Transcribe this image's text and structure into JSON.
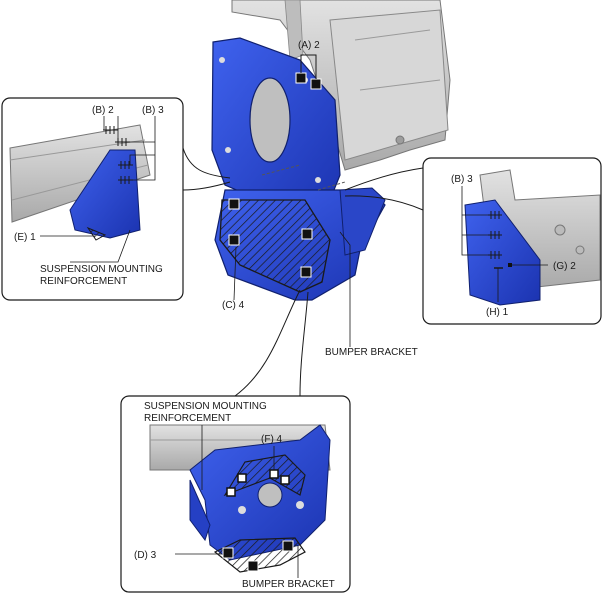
{
  "labels": {
    "a": "(A) 2",
    "b_left_2": "(B) 2",
    "b_left_3": "(B) 3",
    "b_right_3": "(B) 3",
    "c": "(C) 4",
    "d": "(D) 3",
    "e": "(E) 1",
    "f": "(F) 4",
    "g": "(G) 2",
    "h": "(H) 1",
    "susp_left_1": "SUSPENSION MOUNTING",
    "susp_left_2": "REINFORCEMENT",
    "susp_bottom_1": "SUSPENSION MOUNTING",
    "susp_bottom_2": "REINFORCEMENT",
    "bumper_main": "BUMPER BRACKET",
    "bumper_bottom": "BUMPER BRACKET"
  },
  "colors": {
    "part_blue": "#2f4fd8",
    "part_blue_dark": "#1a2f9a",
    "part_grey": "#c9c9c9",
    "part_grey_dark": "#8f8f8f",
    "outline": "#1a1a1a"
  }
}
